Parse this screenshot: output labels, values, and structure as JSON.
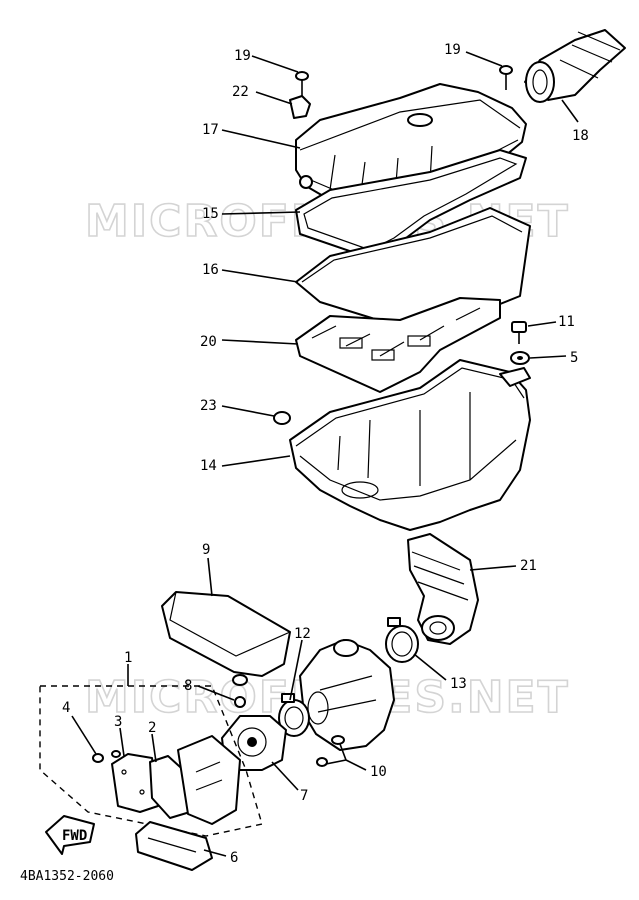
{
  "diagram": {
    "drawing_code": "4BA1352-2060",
    "watermark": "MICROFICHES.NET",
    "fwd_label": "FWD",
    "callouts": [
      {
        "id": "19a",
        "label": "19"
      },
      {
        "id": "19b",
        "label": "19"
      },
      {
        "id": "22",
        "label": "22"
      },
      {
        "id": "17",
        "label": "17"
      },
      {
        "id": "18",
        "label": "18"
      },
      {
        "id": "15",
        "label": "15"
      },
      {
        "id": "16",
        "label": "16"
      },
      {
        "id": "11",
        "label": "11"
      },
      {
        "id": "20",
        "label": "20"
      },
      {
        "id": "5",
        "label": "5"
      },
      {
        "id": "23",
        "label": "23"
      },
      {
        "id": "14",
        "label": "14"
      },
      {
        "id": "9",
        "label": "9"
      },
      {
        "id": "21",
        "label": "21"
      },
      {
        "id": "12",
        "label": "12"
      },
      {
        "id": "1",
        "label": "1"
      },
      {
        "id": "13",
        "label": "13"
      },
      {
        "id": "8",
        "label": "8"
      },
      {
        "id": "4",
        "label": "4"
      },
      {
        "id": "3",
        "label": "3"
      },
      {
        "id": "2",
        "label": "2"
      },
      {
        "id": "10",
        "label": "10"
      },
      {
        "id": "7",
        "label": "7"
      },
      {
        "id": "6",
        "label": "6"
      }
    ]
  }
}
